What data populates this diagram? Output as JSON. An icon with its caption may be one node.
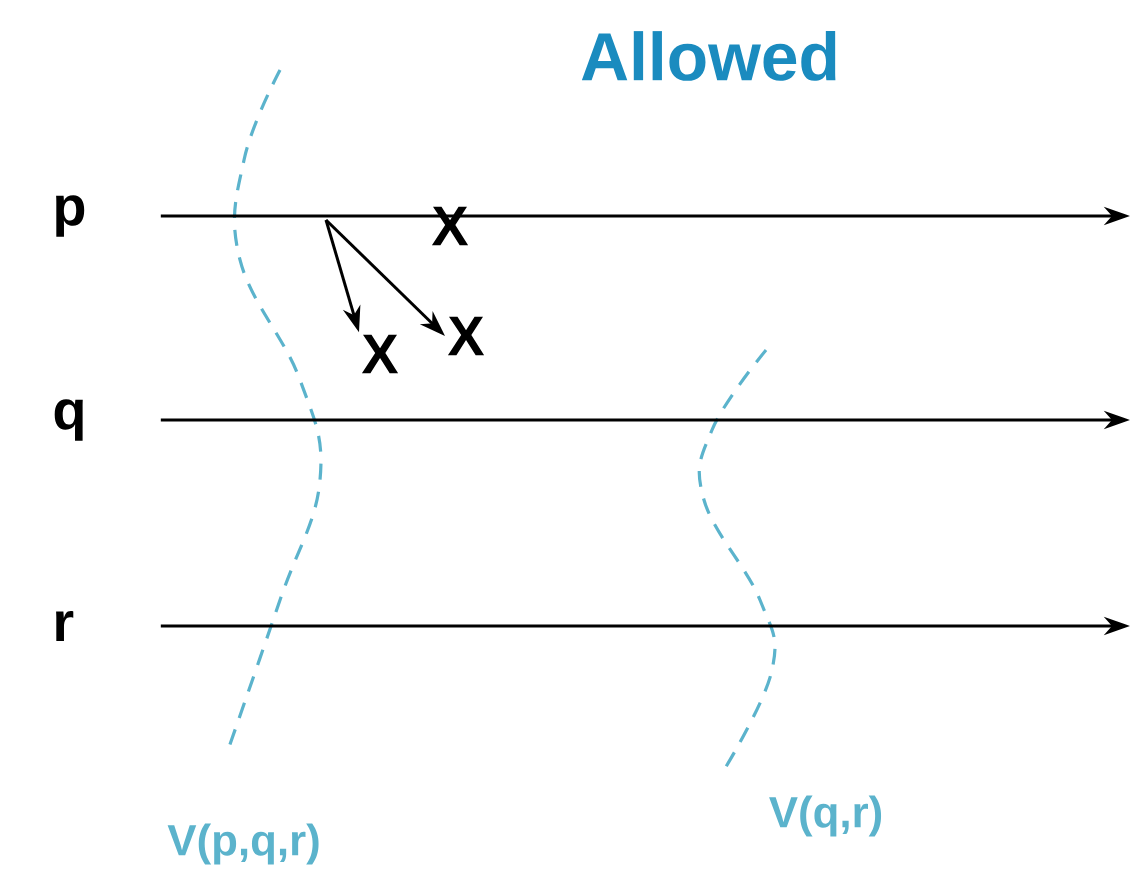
{
  "diagram": {
    "title": "Allowed",
    "nodes": [
      {
        "text": [
          "p"
        ]
      },
      {
        "text": [
          "q"
        ]
      },
      {
        "text": [
          "r"
        ]
      },
      {
        "text": [
          "X"
        ]
      },
      {
        "text": [
          "X"
        ]
      }
    ],
    "edges": [
      {
        "from": 0,
        "to": null,
        "arrow": "to"
      },
      {
        "from": 1,
        "to": null,
        "arrow": "to"
      },
      {
        "from": 2,
        "to": null,
        "arrow": "to"
      },
      {
        "from": null,
        "to": 3,
        "arrow": "to"
      },
      {
        "from": null,
        "to": 4,
        "arrow": "to"
      }
    ],
    "labels": [
      "X",
      "V(p,q,r)",
      "V(q,r)"
    ]
  }
}
